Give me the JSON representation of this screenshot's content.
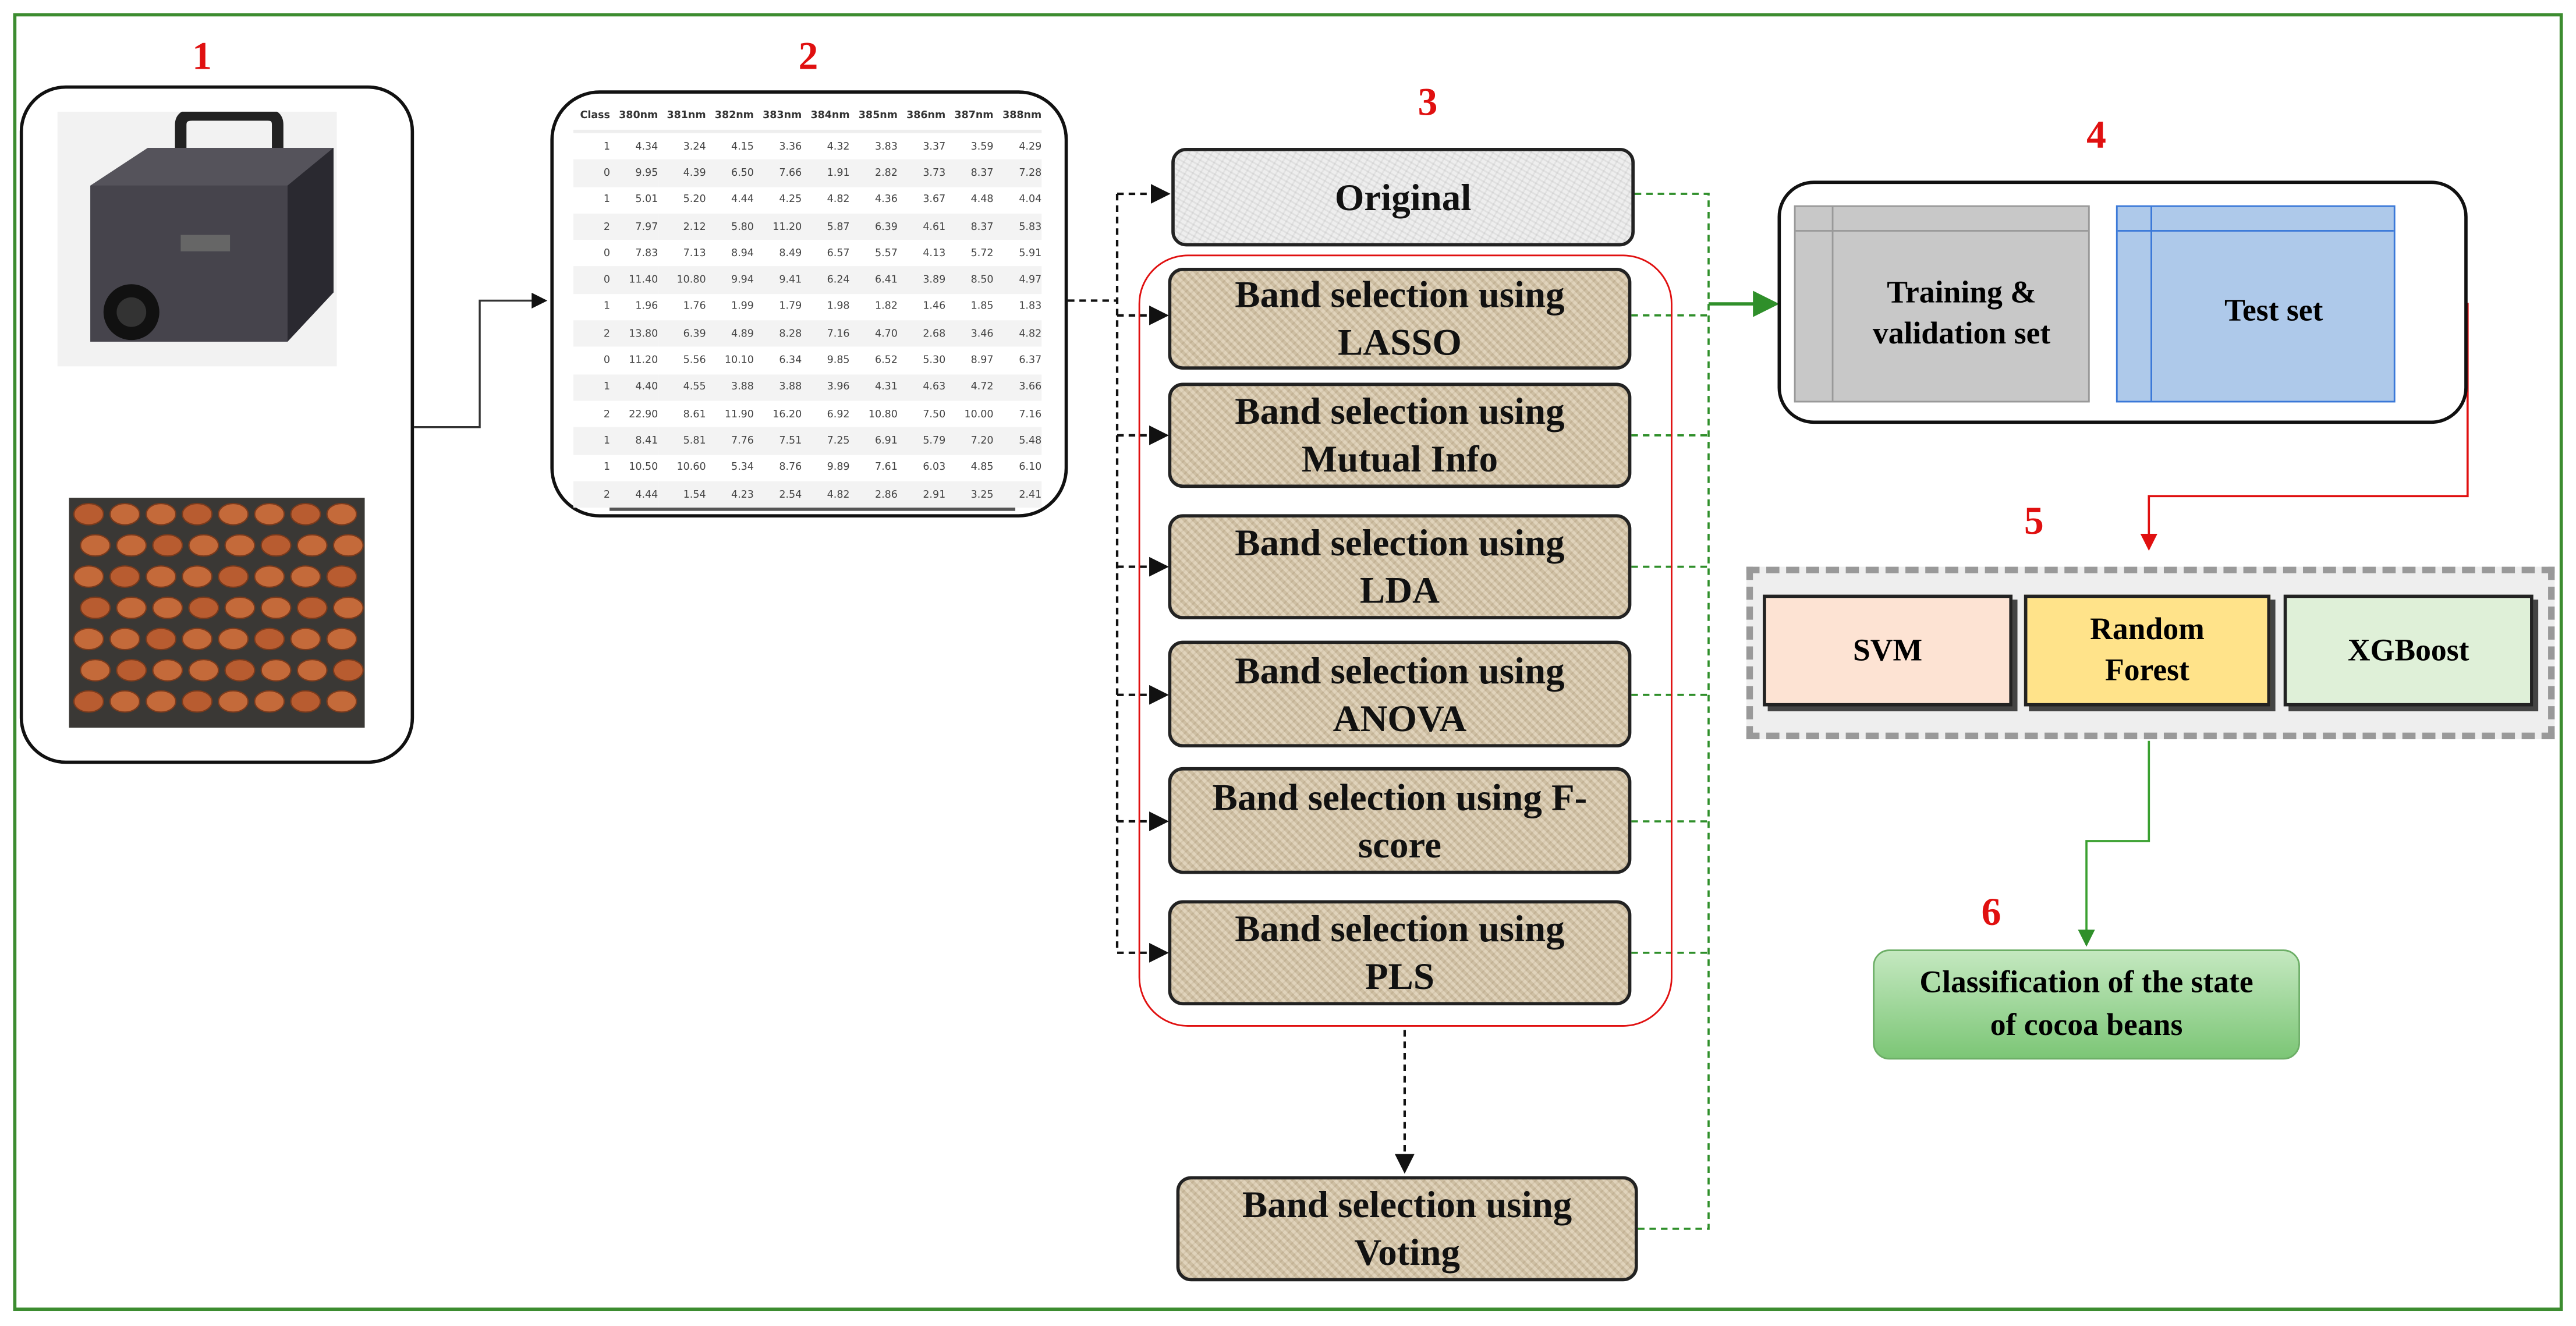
{
  "step_numbers": [
    "1",
    "2",
    "3",
    "4",
    "5",
    "6"
  ],
  "table": {
    "headers": [
      "Class",
      "380nm",
      "381nm",
      "382nm",
      "383nm",
      "384nm",
      "385nm",
      "386nm",
      "387nm",
      "388nm"
    ],
    "rows": [
      [
        "1",
        "4.34",
        "3.24",
        "4.15",
        "3.36",
        "4.32",
        "3.83",
        "3.37",
        "3.59",
        "4.29"
      ],
      [
        "0",
        "9.95",
        "4.39",
        "6.50",
        "7.66",
        "1.91",
        "2.82",
        "3.73",
        "8.37",
        "7.28"
      ],
      [
        "1",
        "5.01",
        "5.20",
        "4.44",
        "4.25",
        "4.82",
        "4.36",
        "3.67",
        "4.48",
        "4.04"
      ],
      [
        "2",
        "7.97",
        "2.12",
        "5.80",
        "11.20",
        "5.87",
        "6.39",
        "4.61",
        "8.37",
        "5.83"
      ],
      [
        "0",
        "7.83",
        "7.13",
        "8.94",
        "8.49",
        "6.57",
        "5.57",
        "4.13",
        "5.72",
        "5.91"
      ],
      [
        "0",
        "11.40",
        "10.80",
        "9.94",
        "9.41",
        "6.24",
        "6.41",
        "3.89",
        "8.50",
        "4.97"
      ],
      [
        "1",
        "1.96",
        "1.76",
        "1.99",
        "1.79",
        "1.98",
        "1.82",
        "1.46",
        "1.85",
        "1.83"
      ],
      [
        "2",
        "13.80",
        "6.39",
        "4.89",
        "8.28",
        "7.16",
        "4.70",
        "2.68",
        "3.46",
        "4.82"
      ],
      [
        "0",
        "11.20",
        "5.56",
        "10.10",
        "6.34",
        "9.85",
        "6.52",
        "5.30",
        "8.97",
        "6.37"
      ],
      [
        "1",
        "4.40",
        "4.55",
        "3.88",
        "3.88",
        "3.96",
        "4.31",
        "4.63",
        "4.72",
        "3.66"
      ],
      [
        "2",
        "22.90",
        "8.61",
        "11.90",
        "16.20",
        "6.92",
        "10.80",
        "7.50",
        "10.00",
        "7.16"
      ],
      [
        "1",
        "8.41",
        "5.81",
        "7.76",
        "7.51",
        "7.25",
        "6.91",
        "5.79",
        "7.20",
        "5.48"
      ],
      [
        "1",
        "10.50",
        "10.60",
        "5.34",
        "8.76",
        "9.89",
        "7.61",
        "6.03",
        "4.85",
        "6.10"
      ],
      [
        "2",
        "4.44",
        "1.54",
        "4.23",
        "2.54",
        "4.82",
        "2.86",
        "2.91",
        "3.25",
        "2.41"
      ]
    ]
  },
  "methods": {
    "original": "Original",
    "lasso": [
      "Band selection using",
      "LASSO"
    ],
    "mutual_info": [
      "Band selection using",
      "Mutual Info"
    ],
    "lda": [
      "Band selection using",
      "LDA"
    ],
    "anova": [
      "Band selection using",
      "ANOVA"
    ],
    "fscore": [
      "Band selection using F-",
      "score"
    ],
    "pls": [
      "Band selection using",
      "PLS"
    ],
    "voting": [
      "Band selection using",
      "Voting"
    ]
  },
  "split": {
    "training": [
      "Training &",
      "validation set"
    ],
    "test": "Test set"
  },
  "models": {
    "svm": "SVM",
    "rf": [
      "Random",
      "Forest"
    ],
    "xgb": "XGBoost"
  },
  "result": [
    "Classification of the state",
    "of cocoa beans"
  ],
  "colors": {
    "frame": "#3c8c30",
    "step_number": "#e01010",
    "red_line": "#e01010",
    "green_line": "#3aa030",
    "svm": "#fde3d3",
    "rf": "#ffe38a",
    "xgb": "#dff0d8",
    "test_set": "#aec9ea",
    "training_set": "#c8c8c8",
    "result": "#8fd08a"
  }
}
